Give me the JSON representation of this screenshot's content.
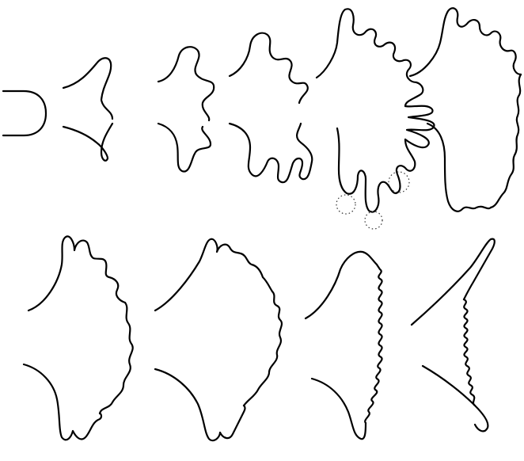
{
  "figure": {
    "stage_count": 10,
    "rows": 2,
    "stroke_color": "#000000",
    "background": "#ffffff",
    "highlight_marker": "dotted-circle",
    "highlight_count": 3
  }
}
